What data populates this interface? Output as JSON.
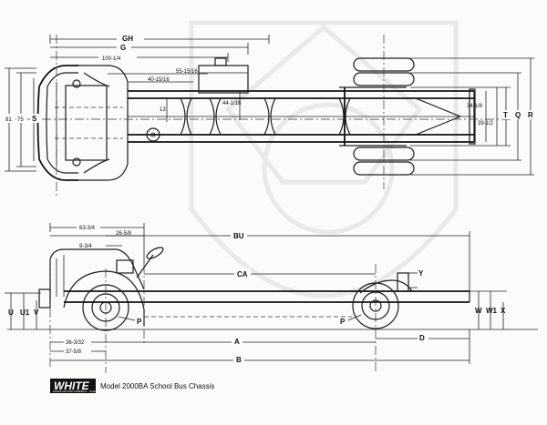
{
  "plan_view": {
    "dims": {
      "GH": "GH",
      "G": "G",
      "d100": "100-1/4",
      "d55": "55-15/16",
      "d40": "40-15/16",
      "d44": "44-1/16",
      "d13": "13",
      "d34": "34-1/8",
      "d39": "39-1/2",
      "d81": "81",
      "d75": "75",
      "S": "S",
      "T": "T",
      "Q": "Q",
      "R": "R"
    }
  },
  "side_view": {
    "dims": {
      "d63": "63-3/4",
      "d26": "26-5/8",
      "d9": "9-3/4",
      "BU": "BU",
      "CA": "CA",
      "Y": "Y",
      "U": "U",
      "U1": "U1",
      "V": "V",
      "W": "W",
      "W1": "W1",
      "X": "X",
      "P_front": "P",
      "P_rear": "P",
      "d36": "36-3/32",
      "d37": "37-5/8",
      "A": "A",
      "D": "D",
      "B": "B"
    }
  },
  "caption": {
    "logo": "WHITE",
    "logo_sub": "WHITE MOTOR COMPANY · CLEVELAND, OHIO",
    "model": "Model 2000BA School Bus Chassis"
  }
}
